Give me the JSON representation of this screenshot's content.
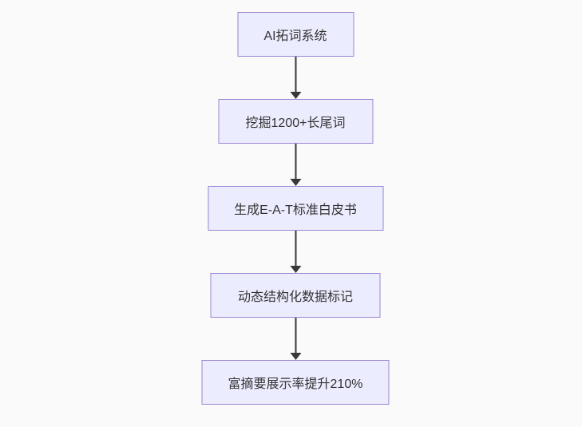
{
  "flowchart": {
    "type": "flowchart",
    "direction": "top-down",
    "nodes": [
      {
        "id": "A",
        "label": "AI拓词系统"
      },
      {
        "id": "B",
        "label": "挖掘1200+长尾词"
      },
      {
        "id": "C",
        "label": "生成E-A-T标准白皮书"
      },
      {
        "id": "D",
        "label": "动态结构化数据标记"
      },
      {
        "id": "E",
        "label": "富摘要展示率提升210%"
      }
    ],
    "edges": [
      {
        "from": "A",
        "to": "B"
      },
      {
        "from": "B",
        "to": "C"
      },
      {
        "from": "C",
        "to": "D"
      },
      {
        "from": "D",
        "to": "E"
      }
    ],
    "colors": {
      "background": "#fafafa",
      "node_fill": "#ECECFF",
      "node_border": "#9a85d2",
      "arrow": "#383838",
      "text": "#333333"
    }
  }
}
